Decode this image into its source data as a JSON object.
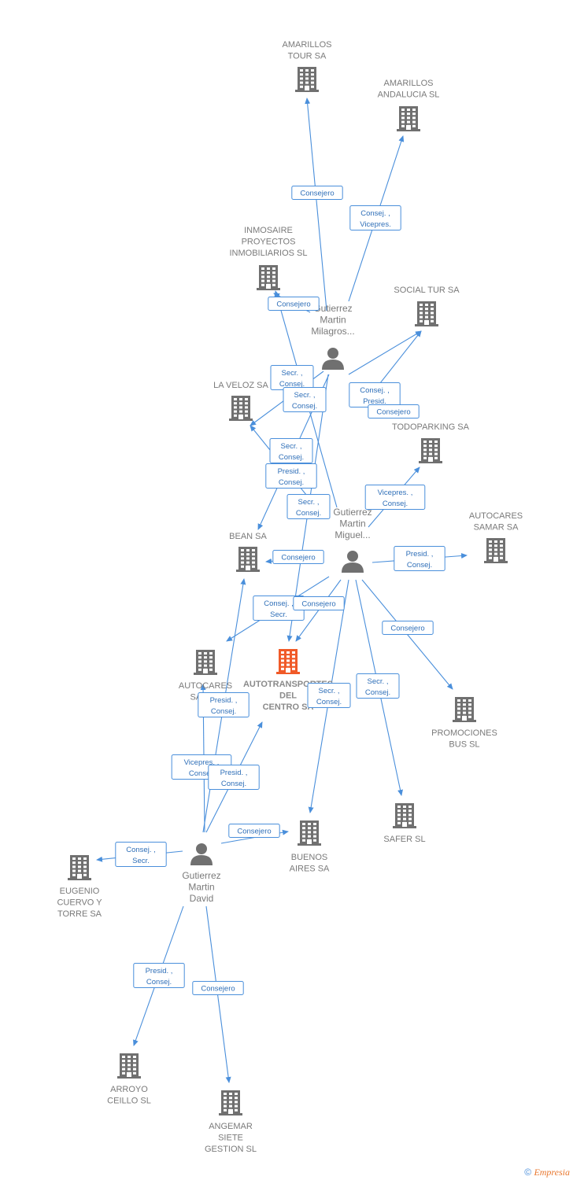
{
  "colors": {
    "edge": "#4a8fdb",
    "node": "#707070",
    "main": "#f05a28",
    "label": "#7a7a7a"
  },
  "nodes": [
    {
      "id": "amarillos_tour",
      "type": "company",
      "lines": [
        "AMARILLOS",
        "TOUR SA"
      ]
    },
    {
      "id": "amarillos_andalucia",
      "type": "company",
      "lines": [
        "AMARILLOS",
        "ANDALUCIA SL"
      ]
    },
    {
      "id": "inmosaire",
      "type": "company",
      "lines": [
        "INMOSAIRE",
        "PROYECTOS",
        "INMOBILIARIOS SL"
      ]
    },
    {
      "id": "social_tur",
      "type": "company",
      "lines": [
        "SOCIAL TUR SA"
      ]
    },
    {
      "id": "gm_milagros",
      "type": "person",
      "lines": [
        "Gutierrez",
        "Martin",
        "Milagros..."
      ]
    },
    {
      "id": "la_veloz",
      "type": "company",
      "lines": [
        "LA VELOZ SA"
      ]
    },
    {
      "id": "todoparking",
      "type": "company",
      "lines": [
        "TODOPARKING SA"
      ]
    },
    {
      "id": "gm_miguel",
      "type": "person",
      "lines": [
        "Gutierrez",
        "Martin",
        "Miguel..."
      ]
    },
    {
      "id": "bean",
      "type": "company",
      "lines": [
        "BEAN SA"
      ]
    },
    {
      "id": "autocares_samar_r",
      "type": "company",
      "lines": [
        "AUTOCARES",
        "SAMAR SA"
      ]
    },
    {
      "id": "autocares_samar_l",
      "type": "company",
      "lines": [
        "AUTOCARES",
        "SAMAR"
      ]
    },
    {
      "id": "autotransportes",
      "type": "main",
      "lines": [
        "AUTOTRANSPORTES",
        "DEL",
        "CENTRO SA"
      ]
    },
    {
      "id": "promociones_bus",
      "type": "company",
      "lines": [
        "PROMOCIONES",
        "BUS SL"
      ]
    },
    {
      "id": "safer",
      "type": "company",
      "lines": [
        "SAFER SL"
      ]
    },
    {
      "id": "buenos_aires",
      "type": "company",
      "lines": [
        "BUENOS",
        "AIRES SA"
      ]
    },
    {
      "id": "gm_david",
      "type": "person",
      "lines": [
        "Gutierrez",
        "Martin",
        "David"
      ]
    },
    {
      "id": "eugenio",
      "type": "company",
      "lines": [
        "EUGENIO",
        "CUERVO Y",
        "TORRE SA"
      ]
    },
    {
      "id": "arroyo",
      "type": "company",
      "lines": [
        "ARROYO",
        "CEILLO SL"
      ]
    },
    {
      "id": "angemar",
      "type": "company",
      "lines": [
        "ANGEMAR",
        "SIETE",
        "GESTION SL"
      ]
    }
  ],
  "edges": [
    {
      "from": "gm_milagros",
      "to": "amarillos_tour",
      "lines": [
        "Consejero"
      ]
    },
    {
      "from": "gm_milagros",
      "to": "amarillos_andalucia",
      "lines": [
        "Consej. ,",
        "Vicepres."
      ]
    },
    {
      "from": "gm_milagros",
      "to": "inmosaire",
      "lines": [
        "Consejero"
      ]
    },
    {
      "from": "gm_milagros",
      "to": "social_tur",
      "lines": [
        "Consej. ,",
        "Presid."
      ]
    },
    {
      "from": "gm_milagros",
      "to": "la_veloz",
      "lines": [
        "Secr. ,",
        "Consej."
      ]
    },
    {
      "from": "gm_milagros",
      "to": "bean",
      "lines": [
        "Presid. ,",
        "Consej."
      ]
    },
    {
      "from": "gm_milagros",
      "to": "autotransportes",
      "lines": [
        "Secr. ,",
        "Consej."
      ]
    },
    {
      "from": "gm_miguel",
      "to": "inmosaire",
      "lines": [
        "Secr. ,",
        "Consej."
      ]
    },
    {
      "from": "gm_miguel",
      "to": "social_tur",
      "lines": [
        "Consejero"
      ]
    },
    {
      "from": "gm_miguel",
      "to": "la_veloz",
      "lines": [
        "Secr. ,",
        "Consej."
      ]
    },
    {
      "from": "gm_miguel",
      "to": "todoparking",
      "lines": [
        "Vicepres. ,",
        "Consej."
      ]
    },
    {
      "from": "gm_miguel",
      "to": "bean",
      "lines": [
        "Consejero"
      ]
    },
    {
      "from": "gm_miguel",
      "to": "autocares_samar_r",
      "lines": [
        "Presid. ,",
        "Consej."
      ]
    },
    {
      "from": "gm_miguel",
      "to": "autocares_samar_l",
      "lines": [
        "Consej. ,",
        "Secr."
      ]
    },
    {
      "from": "gm_miguel",
      "to": "autotransportes",
      "lines": [
        "Consejero"
      ]
    },
    {
      "from": "gm_miguel",
      "to": "promociones_bus",
      "lines": [
        "Consejero"
      ]
    },
    {
      "from": "gm_miguel",
      "to": "safer",
      "lines": [
        "Secr. ,",
        "Consej."
      ]
    },
    {
      "from": "gm_miguel",
      "to": "buenos_aires",
      "lines": [
        "Secr. ,",
        "Consej."
      ]
    },
    {
      "from": "gm_david",
      "to": "bean",
      "lines": [
        "Presid. ,",
        "Consej."
      ]
    },
    {
      "from": "gm_david",
      "to": "autocares_samar_l",
      "lines": [
        "Vicepres. ,",
        "Consej."
      ]
    },
    {
      "from": "gm_david",
      "to": "autotransportes",
      "lines": [
        "Presid. ,",
        "Consej."
      ]
    },
    {
      "from": "gm_david",
      "to": "buenos_aires",
      "lines": [
        "Consejero"
      ]
    },
    {
      "from": "gm_david",
      "to": "eugenio",
      "lines": [
        "Consej. ,",
        "Secr."
      ]
    },
    {
      "from": "gm_david",
      "to": "arroyo",
      "lines": [
        "Presid. ,",
        "Consej."
      ]
    },
    {
      "from": "gm_david",
      "to": "angemar",
      "lines": [
        "Consejero"
      ]
    }
  ],
  "footer": {
    "copyright": "©",
    "brand": "Empresia"
  }
}
